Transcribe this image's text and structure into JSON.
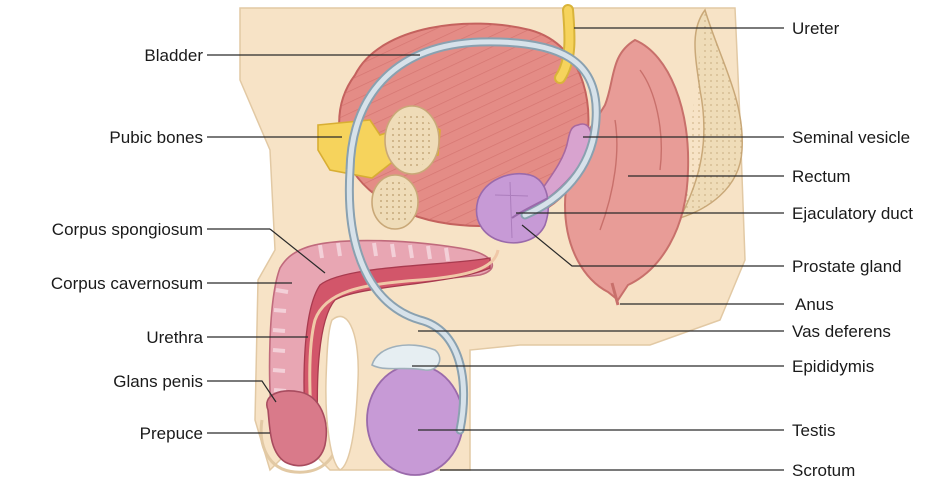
{
  "labels_left": {
    "bladder": "Bladder",
    "pubic_bones": "Pubic bones",
    "corpus_spongiosum": "Corpus spongiosum",
    "corpus_cavernosum": "Corpus cavernosum",
    "urethra": "Urethra",
    "glans_penis": "Glans penis",
    "prepuce": "Prepuce"
  },
  "labels_right": {
    "ureter": "Ureter",
    "seminal_vesicle": "Seminal vesicle",
    "rectum": "Rectum",
    "ejaculatory_duct": "Ejaculatory duct",
    "prostate_gland": "Prostate gland",
    "anus": "Anus",
    "vas_deferens": "Vas deferens",
    "epididymis": "Epididymis",
    "testis": "Testis",
    "scrotum": "Scrotum"
  },
  "colors": {
    "skin": "#f7e3c6",
    "muscle": "#e48c86",
    "bone": "#f6d35c",
    "gland": "#c79ad6",
    "rectum": "#e89c97",
    "duct": "#d7e2ea"
  }
}
